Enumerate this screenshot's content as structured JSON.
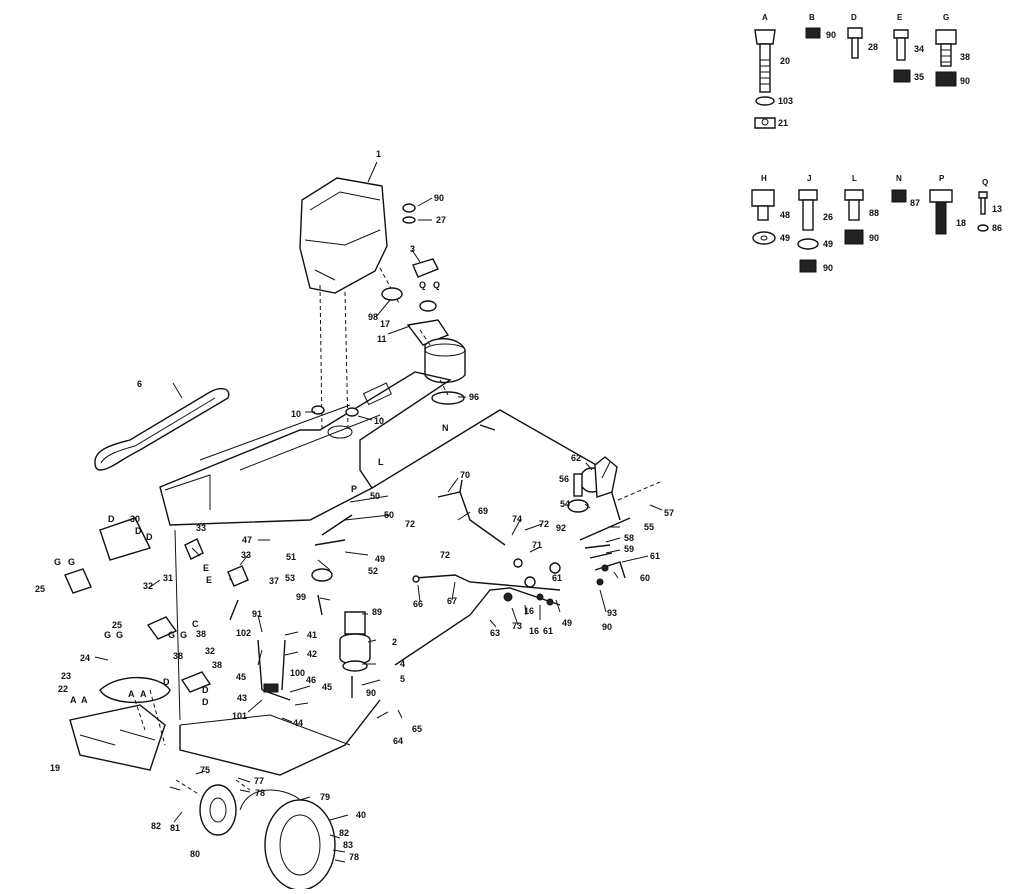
{
  "hardware_key": {
    "row1": [
      {
        "letter": "A",
        "parts": [
          "20",
          "103",
          "21"
        ]
      },
      {
        "letter": "B",
        "parts": [
          "90"
        ]
      },
      {
        "letter": "D",
        "parts": [
          "28"
        ]
      },
      {
        "letter": "E",
        "parts": [
          "34",
          "35"
        ]
      },
      {
        "letter": "G",
        "parts": [
          "38",
          "90"
        ]
      }
    ],
    "row2": [
      {
        "letter": "H",
        "parts": [
          "48",
          "49"
        ]
      },
      {
        "letter": "J",
        "parts": [
          "26",
          "49",
          "90"
        ]
      },
      {
        "letter": "L",
        "parts": [
          "88",
          "90"
        ]
      },
      {
        "letter": "N",
        "parts": [
          "87"
        ]
      },
      {
        "letter": "P",
        "parts": [
          "18"
        ]
      },
      {
        "letter": "Q",
        "parts": [
          "13",
          "86"
        ]
      }
    ]
  },
  "callouts": {
    "c1": "1",
    "c90a": "90",
    "c27": "27",
    "c3": "3",
    "c98": "98",
    "cQ1": "Q",
    "cQ2": "Q",
    "c17": "17",
    "c11": "11",
    "c96": "96",
    "cN": "N",
    "c6": "6",
    "c10a": "10",
    "c10b": "10",
    "cL": "L",
    "cP": "P",
    "c50a": "50",
    "c50b": "50",
    "c49a": "49",
    "c51": "51",
    "c52": "52",
    "c53": "53",
    "c99": "99",
    "c89": "89",
    "c2": "2",
    "c4": "4",
    "c5": "5",
    "c90b": "90",
    "c65": "65",
    "c64": "64",
    "c70": "70",
    "c69": "69",
    "c74": "74",
    "c72a": "72",
    "c72b": "72",
    "c72c": "72",
    "c71": "71",
    "c56": "56",
    "c62": "62",
    "c54": "54",
    "c92": "92",
    "c57": "57",
    "c55": "55",
    "c58": "58",
    "c59": "59",
    "c61a": "61",
    "c60": "60",
    "c61b": "61",
    "c93": "93",
    "c90c": "90",
    "c49b": "49",
    "c16a": "16",
    "c16b": "16",
    "c61c": "61",
    "c73": "73",
    "c63": "63",
    "c66": "66",
    "c67": "67",
    "c47": "47",
    "c33a": "33",
    "c33b": "33",
    "c30": "30",
    "cD1": "D",
    "cD2": "D",
    "cD3": "D",
    "cE1": "E",
    "cE2": "E",
    "c32a": "32",
    "c31": "31",
    "c37": "37",
    "c25a": "25",
    "cG1": "G",
    "cG2": "G",
    "c91": "91",
    "c41": "41",
    "c42": "42",
    "c102": "102",
    "c32b": "32",
    "c38a": "38",
    "c38b": "38",
    "c38c": "38",
    "cC": "C",
    "c45a": "45",
    "c45b": "45",
    "c100": "100",
    "c46": "46",
    "c43": "43",
    "c101": "101",
    "c44": "44",
    "c25b": "25",
    "cG3": "G",
    "cG4": "G",
    "cG5": "G",
    "cG6": "G",
    "c24": "24",
    "c23": "23",
    "c22": "22",
    "cA1": "A",
    "cA2": "A",
    "cA3": "A",
    "cA4": "A",
    "cD4": "D",
    "cD5": "D",
    "cD6": "D",
    "c19": "19",
    "c75": "75",
    "c77": "77",
    "c78a": "78",
    "c79": "79",
    "c40": "40",
    "c82a": "82",
    "c81": "81",
    "c80": "80",
    "c82b": "82",
    "c83": "83",
    "c78b": "78"
  }
}
